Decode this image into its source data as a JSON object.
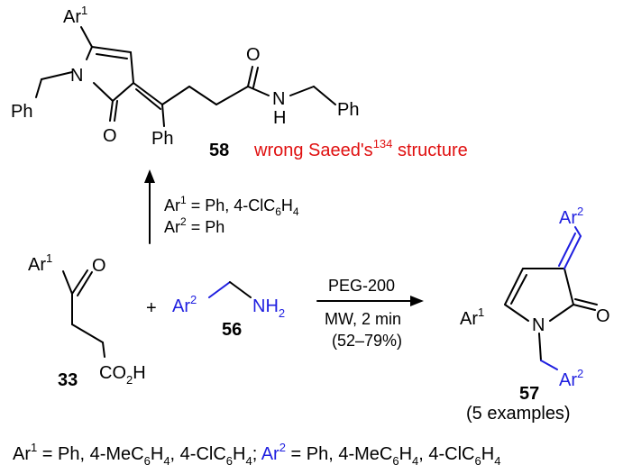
{
  "colors": {
    "black": "#000000",
    "blue": "#1f1fe0",
    "red": "#e01010"
  },
  "top_structure": {
    "ar1": "Ar",
    "ar1_sup": "1",
    "n": "N",
    "o_ring": "O",
    "ph_left": "Ph",
    "ph_mid": "Ph",
    "o_amide": "O",
    "n_amide": "N",
    "h_amide": "H",
    "ph_right": "Ph",
    "compound_number": "58",
    "note_prefix": "wrong Saeed's",
    "note_ref": "134",
    "note_suffix": " structure"
  },
  "vertical_arrow": {
    "line1_a": "Ar",
    "line1_sup": "1",
    "line1_b": " = Ph, 4-ClC",
    "line1_sub1": "6",
    "line1_c": "H",
    "line1_sub2": "4",
    "line2_a": "Ar",
    "line2_sup": "2",
    "line2_b": " = Ph"
  },
  "reactant_33": {
    "ar1": "Ar",
    "ar1_sup": "1",
    "o": "O",
    "co2h_a": "CO",
    "co2h_sub": "2",
    "co2h_b": "H",
    "compound_number": "33"
  },
  "plus": "+",
  "reactant_56": {
    "ar2": "Ar",
    "ar2_sup": "2",
    "nh2_a": "NH",
    "nh2_sub": "2",
    "compound_number": "56"
  },
  "conditions": {
    "above": "PEG-200",
    "below1": "MW, 2 min",
    "below2": "(52–79%)"
  },
  "product_57": {
    "ar2_top": "Ar",
    "ar2_top_sup": "2",
    "ar1": "Ar",
    "ar1_sup": "1",
    "n": "N",
    "o": "O",
    "ar2_bottom": "Ar",
    "ar2_bottom_sup": "2",
    "compound_number": "57",
    "examples": "(5 examples)"
  },
  "footer": {
    "p1": "Ar",
    "p1_sup": "1",
    "p2": " = Ph, 4-MeC",
    "p2_sub": "6",
    "p3": "H",
    "p3_sub": "4",
    "p4": ", 4-ClC",
    "p4_sub": "6",
    "p5": "H",
    "p5_sub": "4",
    "p6": ";",
    "b1": " Ar",
    "b1_sup": "2",
    "q1": " = Ph, 4-MeC",
    "q1_sub": "6",
    "q2": "H",
    "q2_sub": "4",
    "q3": ", 4-ClC",
    "q3_sub": "6",
    "q4": "H",
    "q4_sub": "4"
  }
}
